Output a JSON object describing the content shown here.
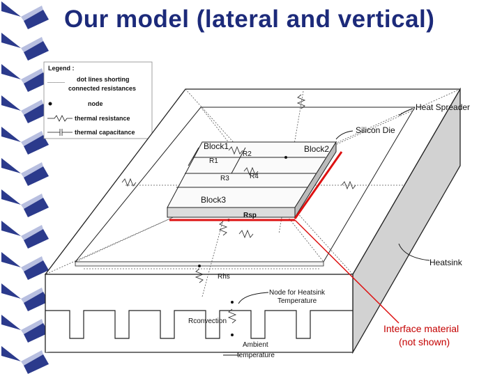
{
  "slide": {
    "title": "Our model (lateral and vertical)"
  },
  "legend": {
    "heading": "Legend :",
    "items": [
      {
        "symbol": "_____",
        "label": "dot lines shorting"
      },
      {
        "symbol": "",
        "label": "connected resistances"
      },
      {
        "symbol": "dot",
        "label": "node"
      },
      {
        "symbol": "zigzag",
        "label": "thermal resistance"
      },
      {
        "symbol": "capacitor",
        "label": "thermal capacitance"
      }
    ]
  },
  "diagram": {
    "labels": {
      "heat_spreader": "Heat Spreader",
      "silicon_die": "Silicon Die",
      "block1": "Block1",
      "block2": "Block2",
      "block3": "Block3",
      "r1": "R1",
      "r2": "R2",
      "r3": "R3",
      "r4": "R4",
      "rsp": "Rsp",
      "rhs": "Rhs",
      "heatsink": "Heatsink",
      "node_heatsink_line1": "Node for Heatsink",
      "node_heatsink_line2": "Temperature",
      "rconvection": "Rconvection",
      "ambient_line1": "Ambient",
      "ambient_line2": "temperature",
      "interface_line1": "Interface material",
      "interface_line2": "(not shown)"
    },
    "colors": {
      "title": "#1c2a7a",
      "highlight": "#dd1111",
      "deco_dark": "#2b3a8c",
      "deco_light": "#b8bfe0"
    }
  }
}
